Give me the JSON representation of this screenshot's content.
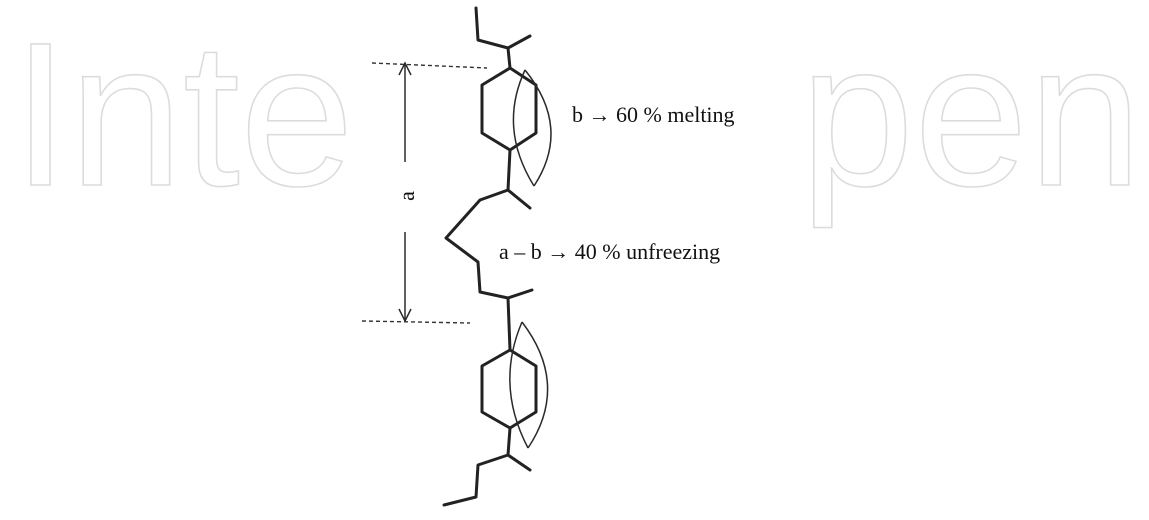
{
  "watermark": {
    "text_left": "Inte",
    "text_right": "pen",
    "color": "#dcdcdc"
  },
  "labels": {
    "b_label": "b → 60 % melting",
    "ab_label": "a – b → 40 % unfreezing",
    "a_label": "a"
  },
  "colors": {
    "line": "#222222",
    "text": "#111111"
  }
}
